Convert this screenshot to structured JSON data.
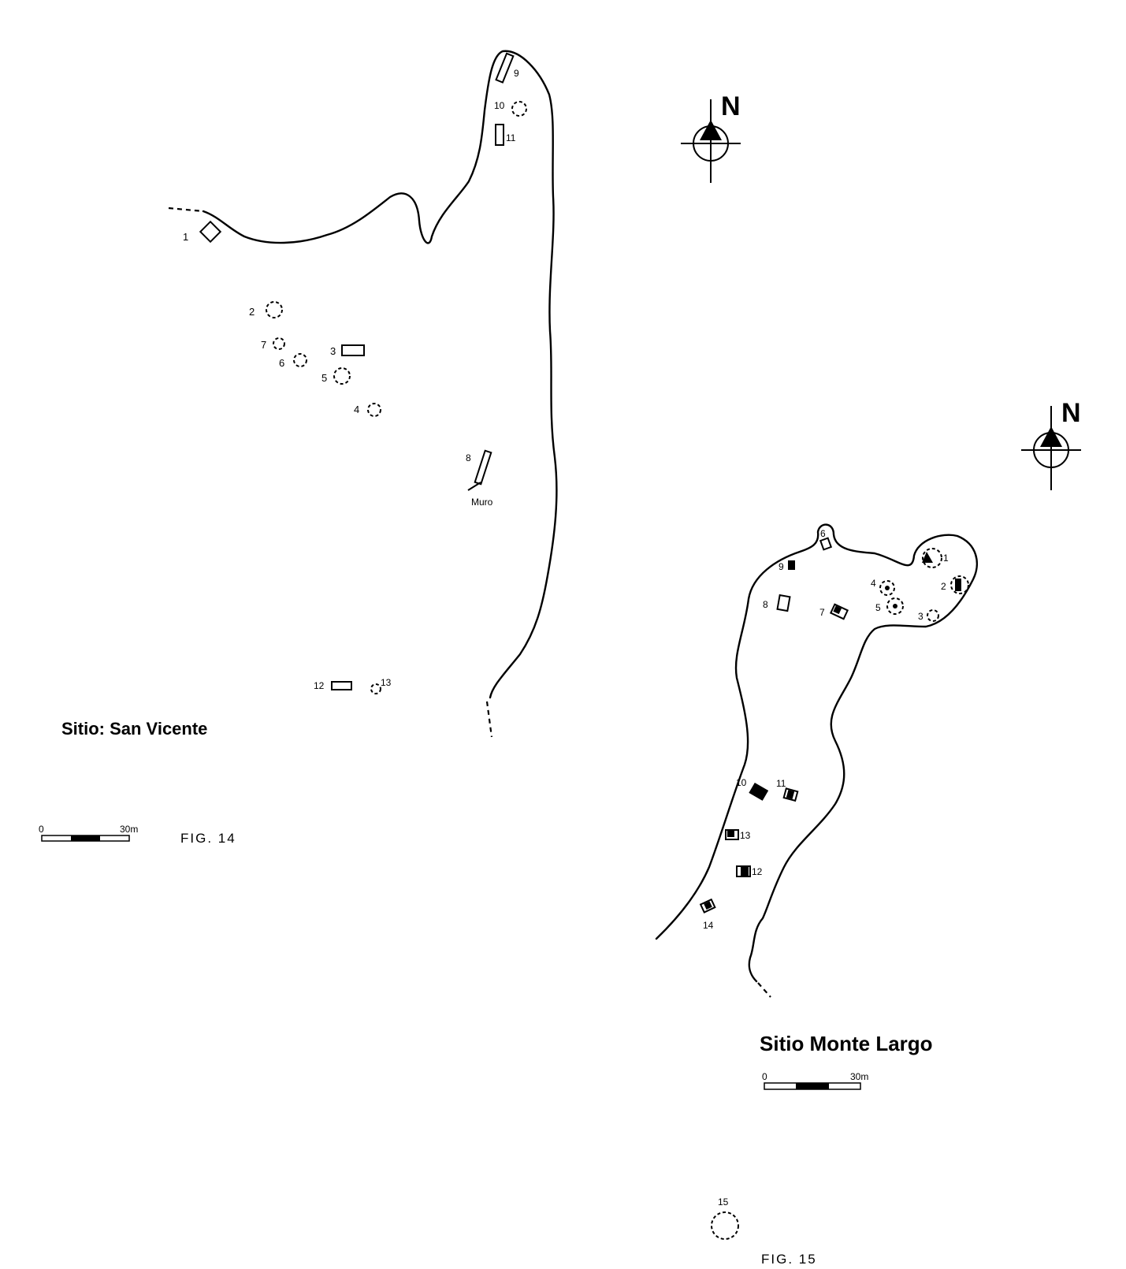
{
  "figure_left": {
    "site_title": "Sitio: San Vicente",
    "fig_label": "FIG. 14",
    "north_label": "N",
    "scale": {
      "start": "0",
      "end": "30m"
    },
    "wall_label": "Muro",
    "features": [
      {
        "id": "1",
        "label": "1",
        "shape": "rectangle"
      },
      {
        "id": "2",
        "label": "2",
        "shape": "dashed-circle"
      },
      {
        "id": "3",
        "label": "3",
        "shape": "rectangle"
      },
      {
        "id": "4",
        "label": "4",
        "shape": "dashed-circle"
      },
      {
        "id": "5",
        "label": "5",
        "shape": "dashed-circle"
      },
      {
        "id": "6",
        "label": "6",
        "shape": "dashed-circle"
      },
      {
        "id": "7",
        "label": "7",
        "shape": "dashed-circle"
      },
      {
        "id": "8",
        "label": "8",
        "shape": "rectangle"
      },
      {
        "id": "9",
        "label": "9",
        "shape": "rectangle"
      },
      {
        "id": "10",
        "label": "10",
        "shape": "dashed-circle"
      },
      {
        "id": "11",
        "label": "11",
        "shape": "rectangle"
      },
      {
        "id": "12",
        "label": "12",
        "shape": "rectangle"
      },
      {
        "id": "13",
        "label": "13",
        "shape": "dashed-circle"
      }
    ]
  },
  "figure_right": {
    "site_title": "Sitio Monte Largo",
    "fig_label": "FIG. 15",
    "north_label": "N",
    "scale": {
      "start": "0",
      "end": "30m"
    },
    "features": [
      {
        "id": "1",
        "label": "1",
        "shape": "dashed-circle"
      },
      {
        "id": "2",
        "label": "2",
        "shape": "dashed-circle"
      },
      {
        "id": "3",
        "label": "3",
        "shape": "dashed-circle"
      },
      {
        "id": "4",
        "label": "4",
        "shape": "dashed-circle"
      },
      {
        "id": "5",
        "label": "5",
        "shape": "dashed-circle"
      },
      {
        "id": "6",
        "label": "6",
        "shape": "rectangle"
      },
      {
        "id": "7",
        "label": "7",
        "shape": "rectangle"
      },
      {
        "id": "8",
        "label": "8",
        "shape": "rectangle"
      },
      {
        "id": "9",
        "label": "9",
        "shape": "rectangle"
      },
      {
        "id": "10",
        "label": "10",
        "shape": "rectangle"
      },
      {
        "id": "11",
        "label": "11",
        "shape": "rectangle"
      },
      {
        "id": "12",
        "label": "12",
        "shape": "rectangle"
      },
      {
        "id": "13",
        "label": "13",
        "shape": "rectangle"
      },
      {
        "id": "14",
        "label": "14",
        "shape": "rectangle"
      },
      {
        "id": "15",
        "label": "15",
        "shape": "dashed-circle"
      }
    ]
  }
}
